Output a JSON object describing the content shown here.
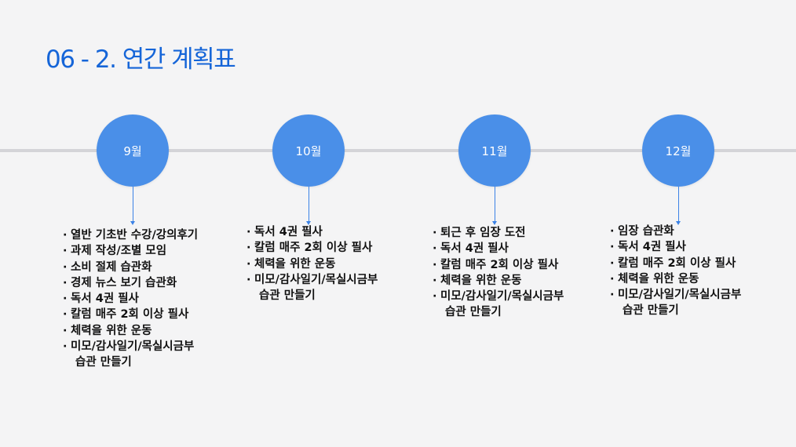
{
  "title": "06 - 2. 연간 계획표",
  "months": [
    {
      "label": "9월",
      "items": [
        {
          "text": "열반 기초반 수강/강의후기"
        },
        {
          "text": "과제 작성/조별 모임"
        },
        {
          "text": "소비 절제 습관화"
        },
        {
          "text": "경제 뉴스 보기 습관화"
        },
        {
          "text": "독서 4권 필사"
        },
        {
          "text": "칼럼 매주 2회 이상 필사"
        },
        {
          "text": "체력을 위한 운동"
        },
        {
          "text": "미모/감사일기/목실시금부",
          "cont": "습관 만들기"
        }
      ]
    },
    {
      "label": "10월",
      "items": [
        {
          "text": "독서 4권 필사"
        },
        {
          "text": "칼럼 매주 2회 이상 필사"
        },
        {
          "text": "체력을 위한 운동"
        },
        {
          "text": "미모/감사일기/목실시금부",
          "cont": "습관 만들기"
        }
      ]
    },
    {
      "label": "11월",
      "items": [
        {
          "text": "퇴근 후 임장 도전"
        },
        {
          "text": "독서 4권 필사"
        },
        {
          "text": "칼럼 매주 2회 이상 필사"
        },
        {
          "text": "체력을 위한 운동"
        },
        {
          "text": "미모/감사일기/목실시금부",
          "cont": "습관 만들기"
        }
      ]
    },
    {
      "label": "12월",
      "items": [
        {
          "text": "임장 습관화"
        },
        {
          "text": "독서 4권 필사"
        },
        {
          "text": "칼럼 매주 2회 이상 필사"
        },
        {
          "text": "체력을 위한 운동"
        },
        {
          "text": "미모/감사일기/목실시금부",
          "cont": "습관 만들기"
        }
      ]
    }
  ],
  "bullet": "·",
  "colors": {
    "accent": "#1565d8",
    "node": "#4a8fe8",
    "timeline": "#d4d4d8",
    "background": "#f4f4f5"
  }
}
